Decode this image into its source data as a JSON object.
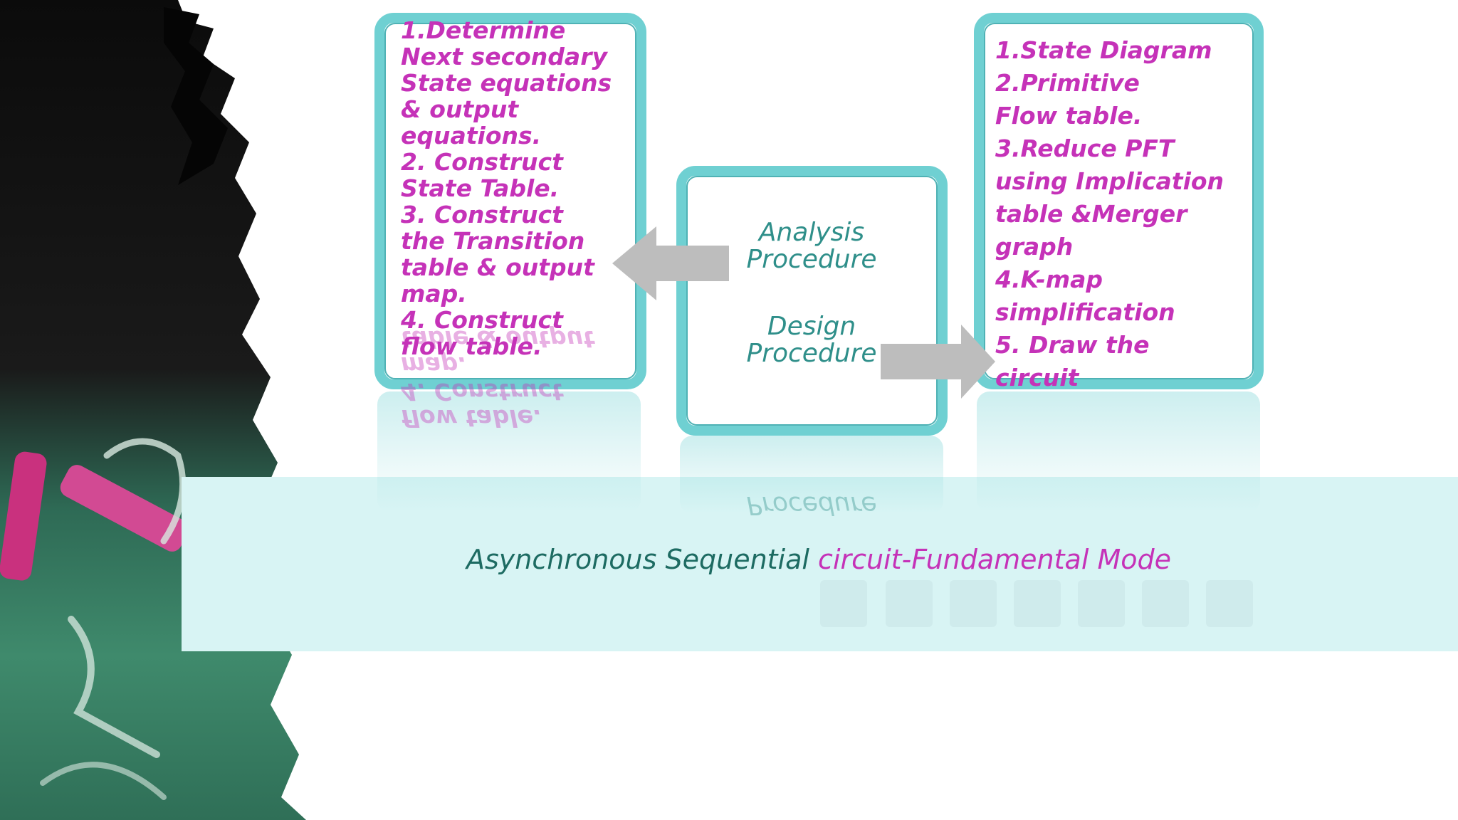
{
  "analysis_steps": "1.Determine\nNext secondary\nState equations\n& output\nequations.\n2. Construct\nState Table.\n3. Construct\nthe Transition\ntable & output\nmap.\n4. Construct\nflow table.",
  "design_steps": "1.State Diagram\n 2.Primitive\n Flow table.\n 3.Reduce PFT\n  using Implication\n    table &Merger\n    graph\n 4.K-map\n  simplification\n5. Draw the\ncircuit",
  "analysis_label": "Analysis\nProcedure",
  "design_label": "Design\nProcedure",
  "title_part1": "Asynchronous Sequential ",
  "title_part2": "circuit-Fundamental Mode",
  "reflection_left": "flow table.\n4. Construct\nmap.\ntable & output",
  "reflection_center": "Procedure",
  "colors": {
    "card_border": "#6fd0d2",
    "step_text": "#c532b8",
    "label_text": "#2f8f8a",
    "title_text": "#1d6b62",
    "band": "#d8f4f4",
    "arrow": "#bdbdbd"
  }
}
